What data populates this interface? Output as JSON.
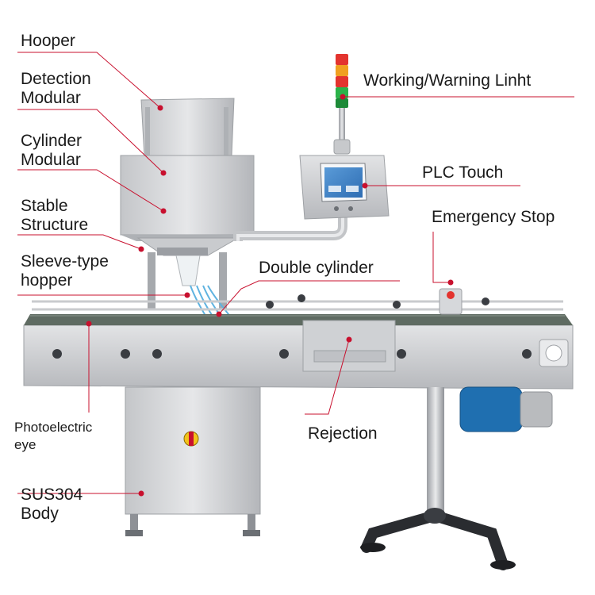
{
  "labels": {
    "hooper": "Hooper",
    "detection": [
      "Detection",
      "Modular"
    ],
    "cylinder": [
      "Cylinder",
      "Modular"
    ],
    "stable": [
      "Stable",
      "Structure"
    ],
    "sleeve": [
      "Sleeve-type",
      "hopper"
    ],
    "photoelectric": [
      "Photoelectric",
      "eye"
    ],
    "sus304": [
      "SUS304",
      "Body"
    ],
    "working_light": "Working/Warning Linht",
    "plc": "PLC Touch",
    "emergency": "Emergency Stop",
    "double_cylinder": "Double cylinder",
    "rejection": "Rejection"
  },
  "colors": {
    "leader": "#c8102e",
    "steel_light": "#d9dadc",
    "steel_mid": "#b9bbbe",
    "steel_dark": "#8e9196",
    "belt": "#5f6b62",
    "motor": "#1f6fb0",
    "tower_red": "#e3342f",
    "tower_amber": "#f0a020",
    "tower_green": "#2bb34a"
  }
}
